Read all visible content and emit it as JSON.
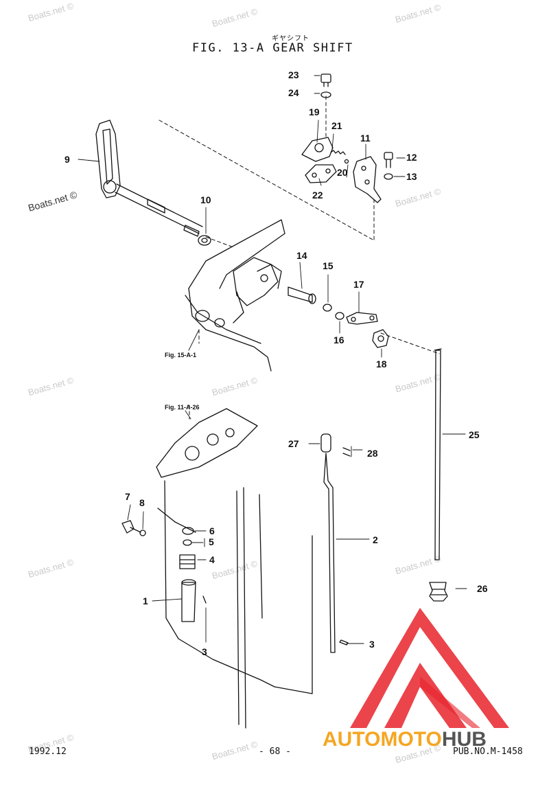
{
  "header": {
    "title_japanese": "ギヤシフト",
    "title": "FIG. 13-A GEAR SHIFT"
  },
  "watermark": "Boats.net ©",
  "references": {
    "fig_15": "Fig. 15-A-1",
    "fig_11": "Fig. 11-A-26"
  },
  "callouts": {
    "p1": "1",
    "p2": "2",
    "p3a": "3",
    "p3b": "3",
    "p4": "4",
    "p5": "5",
    "p6": "6",
    "p7": "7",
    "p8": "8",
    "p9": "9",
    "p10": "10",
    "p11": "11",
    "p12": "12",
    "p13": "13",
    "p14": "14",
    "p15": "15",
    "p16": "16",
    "p17": "17",
    "p18": "18",
    "p19": "19",
    "p20": "20",
    "p21": "21",
    "p22": "22",
    "p23": "23",
    "p24": "24",
    "p25": "25",
    "p26": "26",
    "p27": "27",
    "p28": "28"
  },
  "footer": {
    "date": "1992.12",
    "page": "- 68 -",
    "pub": "PUB.NO.M-1458"
  },
  "brand": {
    "part1": "AUTOMOTO",
    "part2": "HUB",
    "colors": {
      "triangle": "#e8232b",
      "text1": "#f5a623",
      "text2": "#555555"
    }
  }
}
